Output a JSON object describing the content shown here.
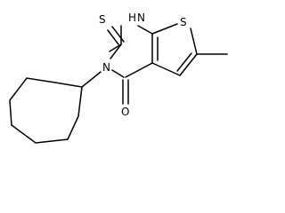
{
  "molecule": {
    "atoms": {
      "thione_sulfur": "S",
      "ring_nh": "N",
      "ring_nh_hydrogen": "H",
      "thiophene_sulfur": "S",
      "substituted_nitrogen": "N",
      "carbonyl_oxygen": "O"
    },
    "colors": {
      "bond": "#000000",
      "label": "#000000",
      "background": "#ffffff"
    }
  }
}
